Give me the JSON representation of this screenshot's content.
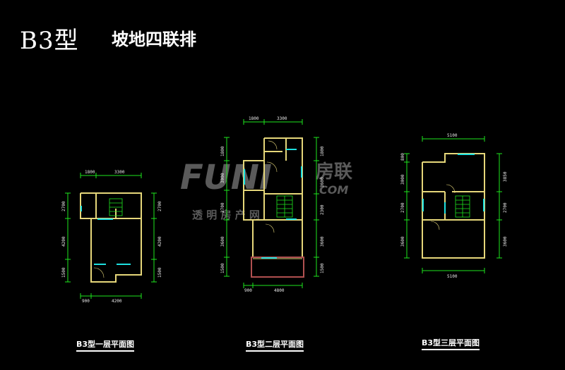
{
  "title": {
    "main": "B3型",
    "sub": "坡地四联排"
  },
  "captions": [
    "B3型一层平面图",
    "B3型二层平面图",
    "B3型三层平面图"
  ],
  "watermark": {
    "brand": "FUNI",
    "cn": "房联",
    "com": "COM",
    "bottom": "透 明 房 产 网"
  },
  "colors": {
    "background": "#000000",
    "wall": "#e6d77a",
    "window": "#1ee0e0",
    "dimension": "#1ee61e",
    "balcony": "#b05050"
  },
  "plan1": {
    "top_dims": [
      "1800",
      "3300"
    ],
    "bottom_dims": [
      "900",
      "4200"
    ],
    "left_dims": [
      "2700",
      "4200",
      "1500"
    ],
    "right_dims": [
      "2700",
      "4200",
      "1500"
    ]
  },
  "plan2": {
    "top_dims": [
      "1800",
      "3300"
    ],
    "bottom_dims": [
      "900",
      "4800"
    ],
    "left_dims": [
      "1800",
      "3000",
      "2700",
      "3600",
      "1500"
    ],
    "right_dims": [
      "1800",
      "3600",
      "2300",
      "3600",
      "1500"
    ]
  },
  "plan3": {
    "top_dims": [
      "5100"
    ],
    "bottom_dims": [
      "5100"
    ],
    "left_dims": [
      "800",
      "3000",
      "2700",
      "3600"
    ],
    "right_dims": [
      "3850",
      "2700",
      "3600"
    ]
  }
}
